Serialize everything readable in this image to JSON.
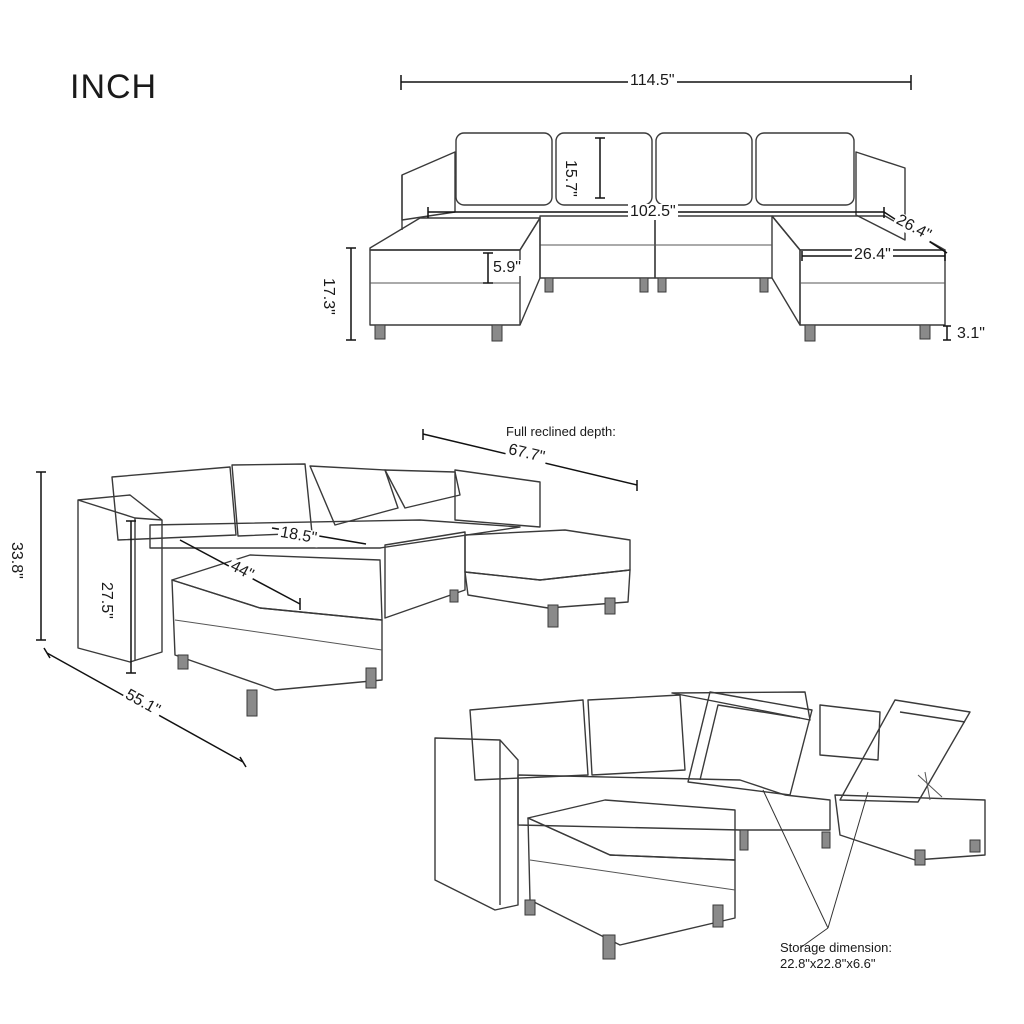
{
  "unit": "INCH",
  "front_view": {
    "overall_width": "114.5\"",
    "seat_width": "102.5\"",
    "back_cushion_height": "15.7\"",
    "seat_depth": "26.4\"",
    "ottoman_width": "26.4\"",
    "seat_height": "17.3\"",
    "cushion_thickness": "5.9\"",
    "leg_height": "3.1\""
  },
  "angle_view": {
    "reclined_caption": "Full reclined depth:",
    "full_reclined_depth": "67.7\"",
    "overall_height": "33.8\"",
    "arm_height": "27.5\"",
    "seat_depth": "18.5\"",
    "chaise_length": "44\"",
    "side_depth": "55.1\""
  },
  "storage_view": {
    "caption": "Storage dimension:",
    "dimensions": "22.8\"x22.8\"x6.6\""
  }
}
